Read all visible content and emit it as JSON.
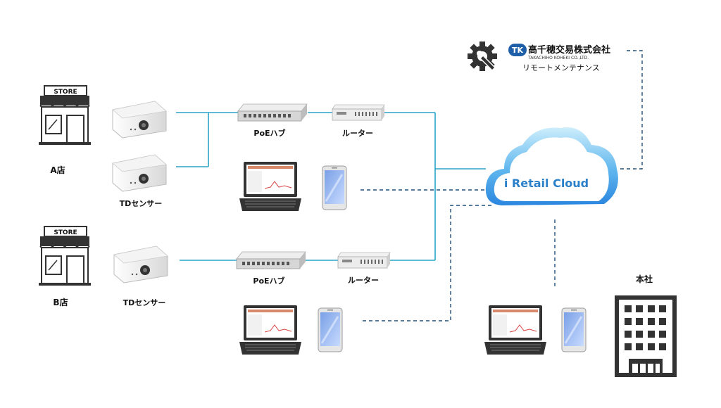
{
  "company": {
    "logo_text": "TK",
    "name": "高千穂交易株式会社",
    "name_en": "TAKACHIHO KOHEKI CO.,LTD.",
    "service": "リモートメンテナンス"
  },
  "cloud": {
    "label": "i Retail Cloud"
  },
  "store_a": {
    "sign": "STORE",
    "label": "A店",
    "sensor_label": "TDセンサー",
    "hub_label": "PoEハブ",
    "router_label": "ルーター"
  },
  "store_b": {
    "sign": "STORE",
    "label": "B店",
    "sensor_label": "TDセンサー",
    "hub_label": "PoEハブ",
    "router_label": "ルーター"
  },
  "hq": {
    "label": "本社"
  },
  "colors": {
    "solid_line": "#2aa3c9",
    "dashed_line": "#1f4e79",
    "cloud_top": "#bfe6fb",
    "cloud_bottom": "#2f8fe0",
    "cloud_text": "#2a7fc9",
    "icon_dark": "#333333"
  }
}
